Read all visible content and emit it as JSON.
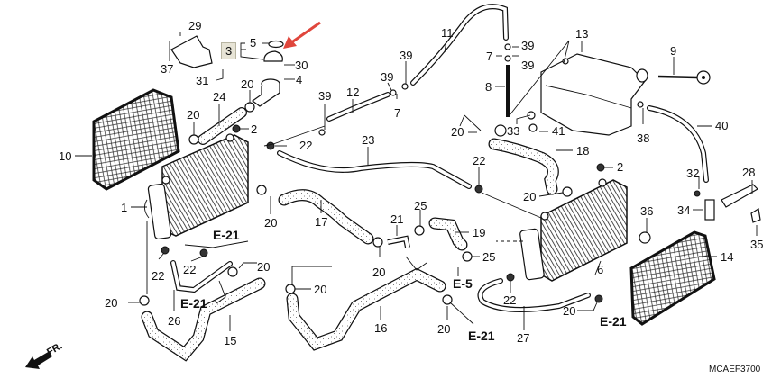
{
  "diagram": {
    "title_code": "MCAEF3700",
    "front_indicator": "FR.",
    "highlighted_part": "3",
    "arrow_color": "#e0463c",
    "highlight_bg": "#e7e4d6"
  },
  "callouts": [
    {
      "id": "c29",
      "text": "29"
    },
    {
      "id": "c37",
      "text": "37"
    },
    {
      "id": "c31",
      "text": "31"
    },
    {
      "id": "c5",
      "text": "5"
    },
    {
      "id": "c30",
      "text": "30"
    },
    {
      "id": "c4",
      "text": "4"
    },
    {
      "id": "c20a",
      "text": "20"
    },
    {
      "id": "c24",
      "text": "24"
    },
    {
      "id": "c20b",
      "text": "20"
    },
    {
      "id": "c2a",
      "text": "2"
    },
    {
      "id": "c39a",
      "text": "39"
    },
    {
      "id": "c12",
      "text": "12"
    },
    {
      "id": "c39b",
      "text": "39"
    },
    {
      "id": "c39c",
      "text": "39"
    },
    {
      "id": "c7a",
      "text": "7"
    },
    {
      "id": "c11",
      "text": "11"
    },
    {
      "id": "c7b",
      "text": "7"
    },
    {
      "id": "c39d",
      "text": "39"
    },
    {
      "id": "c39e",
      "text": "39"
    },
    {
      "id": "c8",
      "text": "8"
    },
    {
      "id": "c13",
      "text": "13"
    },
    {
      "id": "c9",
      "text": "9"
    },
    {
      "id": "c40",
      "text": "40"
    },
    {
      "id": "c38",
      "text": "38"
    },
    {
      "id": "c33",
      "text": "33"
    },
    {
      "id": "c41",
      "text": "41"
    },
    {
      "id": "c20c",
      "text": "20"
    },
    {
      "id": "c18",
      "text": "18"
    },
    {
      "id": "c10",
      "text": "10"
    },
    {
      "id": "c22a",
      "text": "22"
    },
    {
      "id": "c23",
      "text": "23"
    },
    {
      "id": "c22b",
      "text": "22"
    },
    {
      "id": "c2b",
      "text": "2"
    },
    {
      "id": "c20d",
      "text": "20"
    },
    {
      "id": "c1",
      "text": "1"
    },
    {
      "id": "c20e",
      "text": "20"
    },
    {
      "id": "c17",
      "text": "17"
    },
    {
      "id": "c21",
      "text": "21"
    },
    {
      "id": "c25a",
      "text": "25"
    },
    {
      "id": "c19",
      "text": "19"
    },
    {
      "id": "c25b",
      "text": "25"
    },
    {
      "id": "c20f",
      "text": "20"
    },
    {
      "id": "c36",
      "text": "36"
    },
    {
      "id": "c32",
      "text": "32"
    },
    {
      "id": "c28",
      "text": "28"
    },
    {
      "id": "c34",
      "text": "34"
    },
    {
      "id": "c35",
      "text": "35"
    },
    {
      "id": "c6",
      "text": "6"
    },
    {
      "id": "c14",
      "text": "14"
    },
    {
      "id": "c22c",
      "text": "22"
    },
    {
      "id": "c22d",
      "text": "22"
    },
    {
      "id": "c20g",
      "text": "20"
    },
    {
      "id": "c20h",
      "text": "20"
    },
    {
      "id": "c20i",
      "text": "20"
    },
    {
      "id": "c26",
      "text": "26"
    },
    {
      "id": "c15",
      "text": "15"
    },
    {
      "id": "c20j",
      "text": "20"
    },
    {
      "id": "c16",
      "text": "16"
    },
    {
      "id": "c20k",
      "text": "20"
    },
    {
      "id": "c22e",
      "text": "22"
    },
    {
      "id": "c27",
      "text": "27"
    },
    {
      "id": "c22f",
      "text": "22"
    }
  ],
  "references": [
    {
      "id": "r1",
      "text": "E-21"
    },
    {
      "id": "r2",
      "text": "E-21"
    },
    {
      "id": "r3",
      "text": "E-5"
    },
    {
      "id": "r4",
      "text": "E-21"
    },
    {
      "id": "r5",
      "text": "E-21"
    }
  ]
}
